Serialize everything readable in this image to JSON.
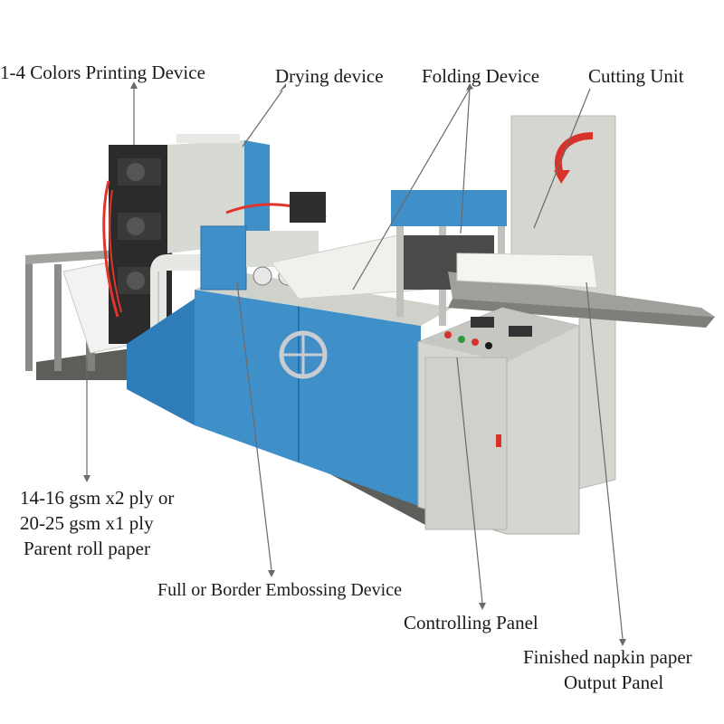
{
  "labels": {
    "printing": "1-4 Colors Printing Device",
    "drying": "Drying device",
    "folding": "Folding Device",
    "cutting": "Cutting Unit",
    "parent_line1": "14-16 gsm x2 ply or",
    "parent_line2": "20-25 gsm x1 ply",
    "parent_line3": "Parent roll paper",
    "embossing": "Full or Border Embossing Device",
    "controlling": "Controlling Panel",
    "output_line1": "Finished napkin paper",
    "output_line2": "Output Panel"
  },
  "colors": {
    "machine_blue": "#3f8fc9",
    "machine_blue_dark": "#2a6fa6",
    "cabinet_gray": "#d4d6cf",
    "frame_gray": "#9a9c98",
    "pointer": "#6a6a6a",
    "arrow_red": "#d8322a"
  }
}
